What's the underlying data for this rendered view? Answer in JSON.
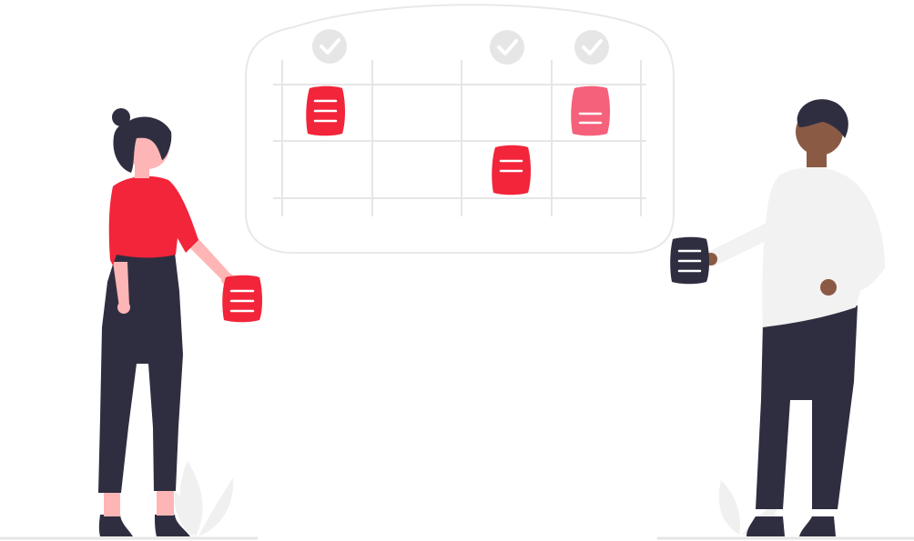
{
  "illustration": {
    "colors": {
      "primary": "#f2253a",
      "primary_light": "#f5607a",
      "dark": "#2f2e41",
      "shirt_light": "#f2f2f2",
      "board_line": "#e6e6e6",
      "board_outline": "#e8e8e8",
      "check_circle": "#e6e6e6",
      "check_mark": "#ffffff",
      "skin_light": "#fdb6b5",
      "skin_dark": "#a0616a",
      "ground": "#e6e6e6",
      "plant": "#f0f0f0"
    },
    "icons": [
      "check-circle-icon",
      "document-icon",
      "plant-icon"
    ],
    "board": {
      "checked_columns": [
        1,
        3,
        4
      ],
      "notes": [
        {
          "row": 1,
          "col": 1,
          "tone": "primary"
        },
        {
          "row": 1,
          "col": 4,
          "tone": "primary_light"
        },
        {
          "row": 2,
          "col": 3,
          "tone": "primary"
        }
      ]
    }
  }
}
